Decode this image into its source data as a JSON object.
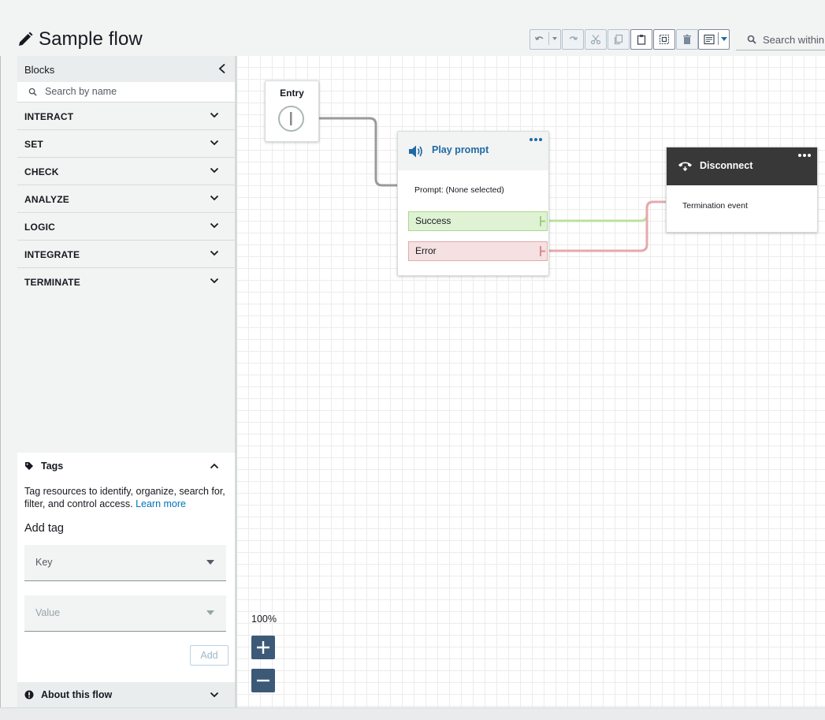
{
  "header": {
    "title": "Sample flow",
    "search_placeholder": "Search within"
  },
  "toolbar": {
    "buttons": [
      "undo",
      "undo-history",
      "redo",
      "cut",
      "copy",
      "paste",
      "select",
      "delete",
      "notes",
      "notes-menu"
    ]
  },
  "sidebar": {
    "blocks_label": "Blocks",
    "search_placeholder": "Search by name",
    "categories": [
      "INTERACT",
      "SET",
      "CHECK",
      "ANALYZE",
      "LOGIC",
      "INTEGRATE",
      "TERMINATE"
    ],
    "tags": {
      "title": "Tags",
      "description": "Tag resources to identify, organize, search for, filter, and control access.",
      "learn_more": "Learn more",
      "add_tag_label": "Add tag",
      "key_placeholder": "Key",
      "value_placeholder": "Value",
      "add_button": "Add"
    },
    "about_label": "About this flow"
  },
  "canvas": {
    "entry": {
      "title": "Entry"
    },
    "play_prompt": {
      "title": "Play prompt",
      "prompt_text": "Prompt: (None selected)",
      "branches": [
        "Success",
        "Error"
      ]
    },
    "disconnect": {
      "title": "Disconnect",
      "label": "Termination event"
    },
    "zoom_level": "100%"
  },
  "colors": {
    "accent_blue": "#1f6aa5",
    "success_fill": "#dff3d4",
    "error_fill": "#f5e1e1",
    "disconnect_header": "#383838",
    "zoom_button": "#3c5a77"
  }
}
